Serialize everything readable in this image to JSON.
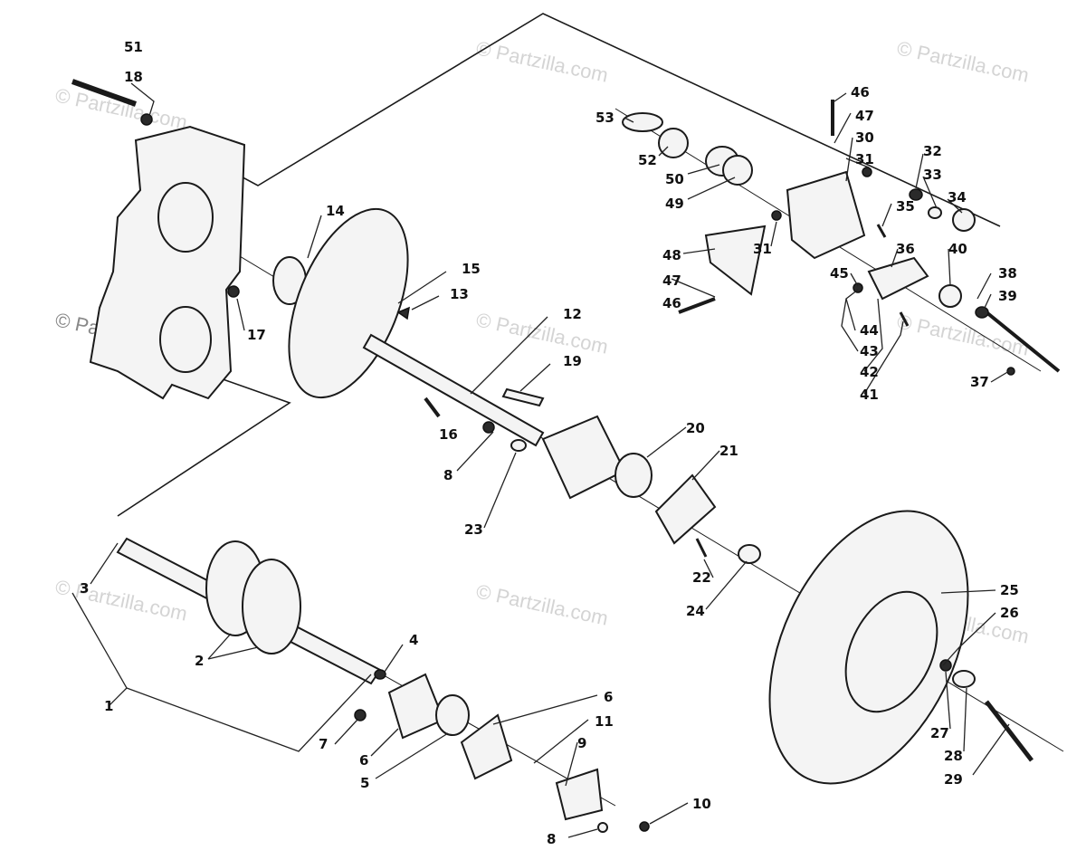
{
  "watermark": "© Partzilla.com",
  "callouts": [
    {
      "id": "c51",
      "text": "51"
    },
    {
      "id": "c18",
      "text": "18"
    },
    {
      "id": "c14",
      "text": "14"
    },
    {
      "id": "c15",
      "text": "15"
    },
    {
      "id": "c13",
      "text": "13"
    },
    {
      "id": "c17",
      "text": "17"
    },
    {
      "id": "c12",
      "text": "12"
    },
    {
      "id": "c19",
      "text": "19"
    },
    {
      "id": "c16",
      "text": "16"
    },
    {
      "id": "c8a",
      "text": "8"
    },
    {
      "id": "c23",
      "text": "23"
    },
    {
      "id": "c20",
      "text": "20"
    },
    {
      "id": "c21",
      "text": "21"
    },
    {
      "id": "c22",
      "text": "22"
    },
    {
      "id": "c24",
      "text": "24"
    },
    {
      "id": "c25",
      "text": "25"
    },
    {
      "id": "c26",
      "text": "26"
    },
    {
      "id": "c27",
      "text": "27"
    },
    {
      "id": "c28",
      "text": "28"
    },
    {
      "id": "c29",
      "text": "29"
    },
    {
      "id": "c3",
      "text": "3"
    },
    {
      "id": "c2",
      "text": "2"
    },
    {
      "id": "c1",
      "text": "1"
    },
    {
      "id": "c4",
      "text": "4"
    },
    {
      "id": "c7",
      "text": "7"
    },
    {
      "id": "c6a",
      "text": "6"
    },
    {
      "id": "c5",
      "text": "5"
    },
    {
      "id": "c6b",
      "text": "6"
    },
    {
      "id": "c11",
      "text": "11"
    },
    {
      "id": "c9",
      "text": "9"
    },
    {
      "id": "c10",
      "text": "10"
    },
    {
      "id": "c8b",
      "text": "8"
    },
    {
      "id": "c53",
      "text": "53"
    },
    {
      "id": "c52",
      "text": "52"
    },
    {
      "id": "c50",
      "text": "50"
    },
    {
      "id": "c49",
      "text": "49"
    },
    {
      "id": "c48",
      "text": "48"
    },
    {
      "id": "c47a",
      "text": "47"
    },
    {
      "id": "c46a",
      "text": "46"
    },
    {
      "id": "c46b",
      "text": "46"
    },
    {
      "id": "c47b",
      "text": "47"
    },
    {
      "id": "c30",
      "text": "30"
    },
    {
      "id": "c31a",
      "text": "31"
    },
    {
      "id": "c31b",
      "text": "31"
    },
    {
      "id": "c32",
      "text": "32"
    },
    {
      "id": "c33",
      "text": "33"
    },
    {
      "id": "c34",
      "text": "34"
    },
    {
      "id": "c35",
      "text": "35"
    },
    {
      "id": "c36",
      "text": "36"
    },
    {
      "id": "c45",
      "text": "45"
    },
    {
      "id": "c44",
      "text": "44"
    },
    {
      "id": "c43",
      "text": "43"
    },
    {
      "id": "c42",
      "text": "42"
    },
    {
      "id": "c41",
      "text": "41"
    },
    {
      "id": "c40",
      "text": "40"
    },
    {
      "id": "c38",
      "text": "38"
    },
    {
      "id": "c39",
      "text": "39"
    },
    {
      "id": "c37",
      "text": "37"
    }
  ]
}
